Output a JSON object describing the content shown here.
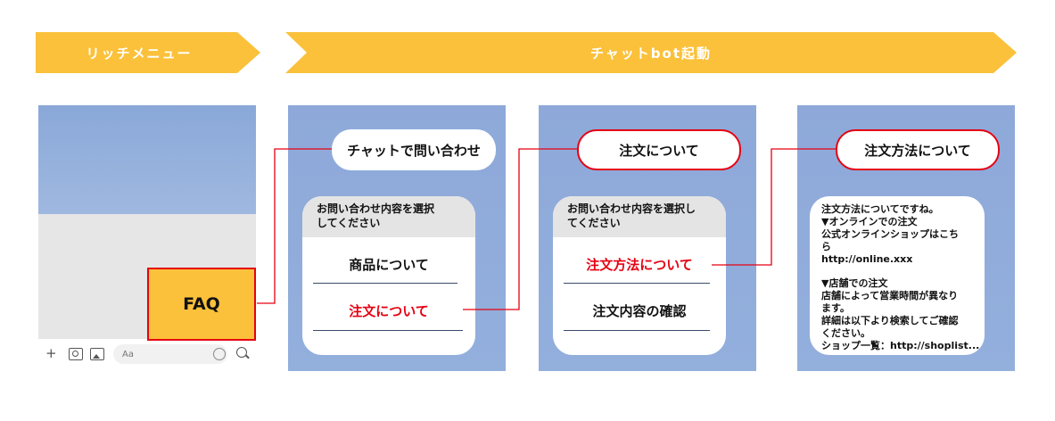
{
  "banners": {
    "left": "リッチメニュー",
    "right": "チャットbot起動"
  },
  "phone1": {
    "faq_label": "FAQ",
    "input_placeholder": "Aa"
  },
  "phone2": {
    "message": "チャットで問い合わせ",
    "card_header": "お問い合わせ内容を選択\nしてください",
    "options": [
      "商品について",
      "注文について"
    ]
  },
  "phone3": {
    "message": "注文について",
    "card_header": "お問い合わせ内容を選択し\nてください",
    "options": [
      "注文方法について",
      "注文内容の確認"
    ]
  },
  "phone4": {
    "message": "注文方法について",
    "reply": "注文方法についてですね。\n▼オンラインでの注文\n公式オンラインショップはこち\nら\nhttp://online.xxx\n\n▼店舗での注文\n店舗によって営業時間が異なり\nます。\n詳細は以下より検索してご確認\nください。\nショップ一覧：http://shoplist..."
  },
  "colors": {
    "banner": "#fbc13b",
    "highlight_red": "#e60012",
    "chat_bg": "#8ea9d9"
  }
}
